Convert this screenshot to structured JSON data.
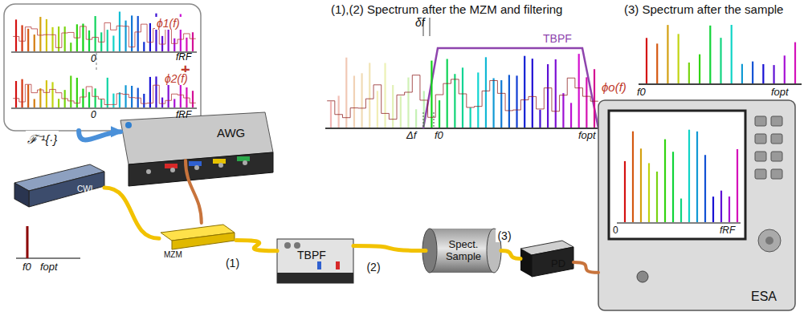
{
  "diagram": {
    "nodes": [
      {
        "text": [
          "ϕ1(f)",
          "0",
          "fRF",
          "+",
          "ϕ2(f)",
          "0",
          "fRF"
        ]
      },
      {
        "text": [
          "AWG"
        ]
      },
      {
        "text": [
          "CWL"
        ]
      },
      {
        "text": [
          "MZM"
        ]
      },
      {
        "text": [
          "TBPF"
        ]
      },
      {
        "text": [
          "Spect. Sample"
        ]
      },
      {
        "text": [
          "PD"
        ]
      },
      {
        "text": [
          "ESA"
        ]
      }
    ],
    "edges": [
      {
        "from": 2,
        "to": 3,
        "arrow": "none"
      },
      {
        "from": 1,
        "to": 3,
        "arrow": "none"
      },
      {
        "from": 3,
        "to": 4,
        "label": "(1)",
        "arrow": "none"
      },
      {
        "from": 4,
        "to": 5,
        "label": "(2)",
        "arrow": "none"
      },
      {
        "from": 5,
        "to": 6,
        "label": "(3)",
        "arrow": "none"
      },
      {
        "from": 6,
        "to": 7,
        "arrow": "none"
      },
      {
        "from": 0,
        "to": 1,
        "label": "ℱ⁻¹{·}",
        "arrow": "to"
      }
    ],
    "labels": [
      "(1),(2) Spectrum after the MZM and filtering",
      "δf",
      "Δf",
      "f0",
      "fopt",
      "TBPF",
      "ϕo(f)",
      "(3) Spectrum after the sample",
      "f0",
      "fopt",
      "f0",
      "fopt",
      "0",
      "fRF"
    ]
  }
}
